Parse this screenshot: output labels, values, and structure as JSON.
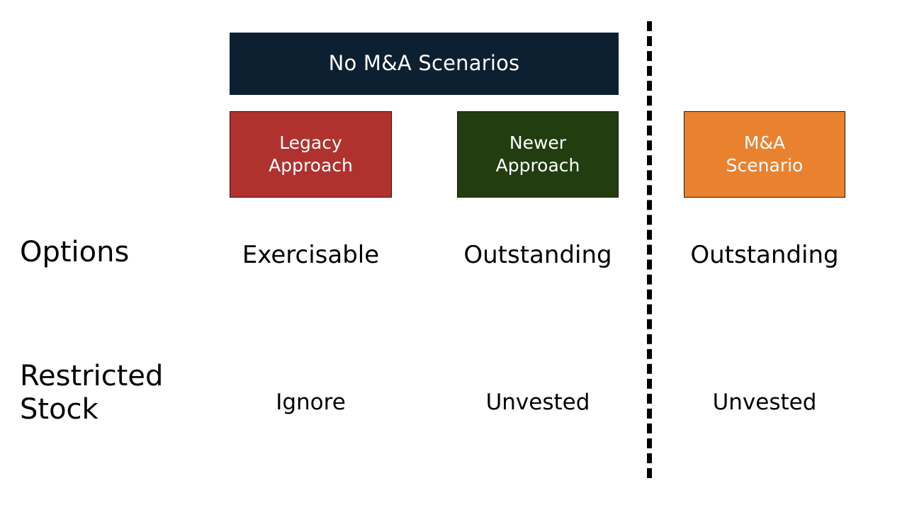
{
  "slide": {
    "title": "No M&A Scenarios",
    "background_color": "#FFFFFF"
  },
  "banner": {
    "label": "No M&A Scenarios",
    "background_color": "#0C2031",
    "text_color": "#FFFFFF"
  },
  "columns": [
    {
      "key": "legacy",
      "label": "Legacy\nApproach",
      "background_color": "#B0322F",
      "text_color": "#FFFFFF",
      "group": "No M&A Scenarios"
    },
    {
      "key": "newer",
      "label": "Newer\nApproach",
      "background_color": "#223D10",
      "text_color": "#FFFFFF",
      "group": "No M&A Scenarios"
    },
    {
      "key": "mna",
      "label": "M&A\nScenario",
      "background_color": "#E9822F",
      "text_color": "#FFFFFF",
      "group": "M&A"
    }
  ],
  "rows": [
    {
      "key": "options",
      "label": "Options",
      "cells": [
        "Exercisable",
        "Outstanding",
        "Outstanding"
      ]
    },
    {
      "key": "restricted-stock",
      "label": "Restricted\nStock",
      "cells": [
        "Ignore",
        "Unvested",
        "Unvested"
      ]
    }
  ],
  "divider": {
    "style": "dashed",
    "color": "#000000"
  }
}
